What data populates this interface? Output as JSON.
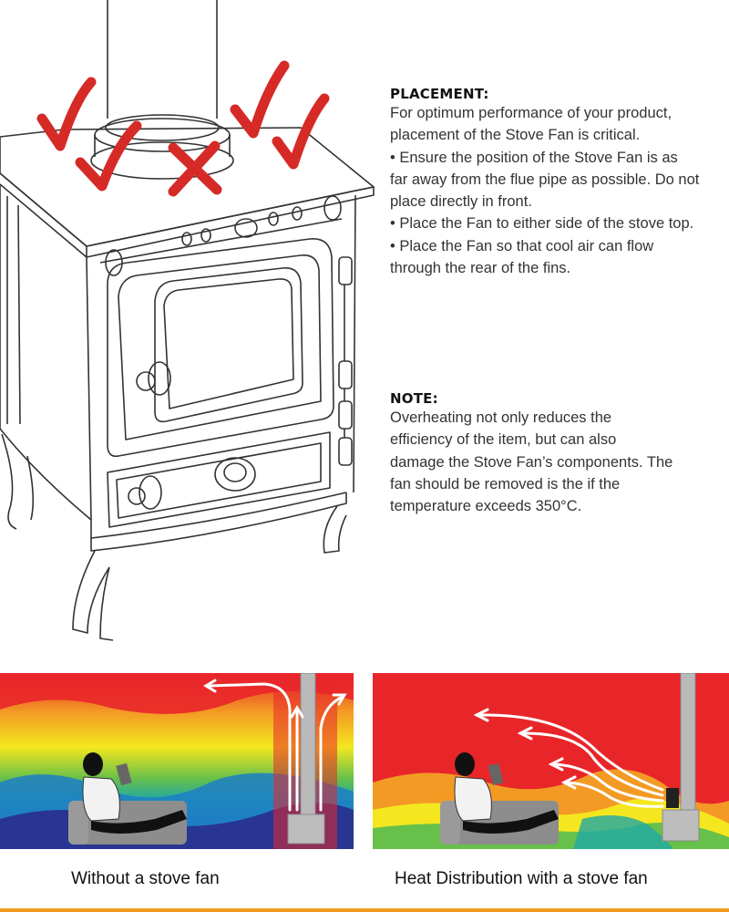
{
  "placement": {
    "heading": "PLACEMENT:",
    "lines": [
      "For optimum performance of your product,",
      "placement of the Stove Fan is critical.",
      "• Ensure the position of the Stove Fan is as",
      "far away from the flue pipe as possible. Do not",
      "place directly in front.",
      "• Place the Fan to either side of the stove top.",
      "• Place the Fan so that cool air can flow",
      "through the rear of the fins."
    ]
  },
  "note": {
    "heading": "NOTE:",
    "lines": [
      "Overheating not only reduces the",
      "efficiency of the item, but can also",
      "damage the Stove Fan’s components. The",
      "fan should be removed is the if the",
      "temperature exceeds 350°C."
    ]
  },
  "captions": {
    "without": "Without a stove fan",
    "with": "Heat Distribution with a stove fan"
  },
  "colors": {
    "check_mark": "#d62a27",
    "cross_mark": "#d62a27",
    "stove_line": "#333333",
    "heat_red": "#e8262a",
    "heat_yellow": "#f4e71f",
    "heat_green": "#67c04a",
    "heat_blue": "#1f7fc4",
    "heat_navy": "#283593",
    "bottom_rule": "#f29a1d"
  },
  "icons": {
    "placement_ok": "check-mark-icon",
    "placement_bad": "cross-mark-icon",
    "airflow": "airflow-arrow-icon"
  }
}
